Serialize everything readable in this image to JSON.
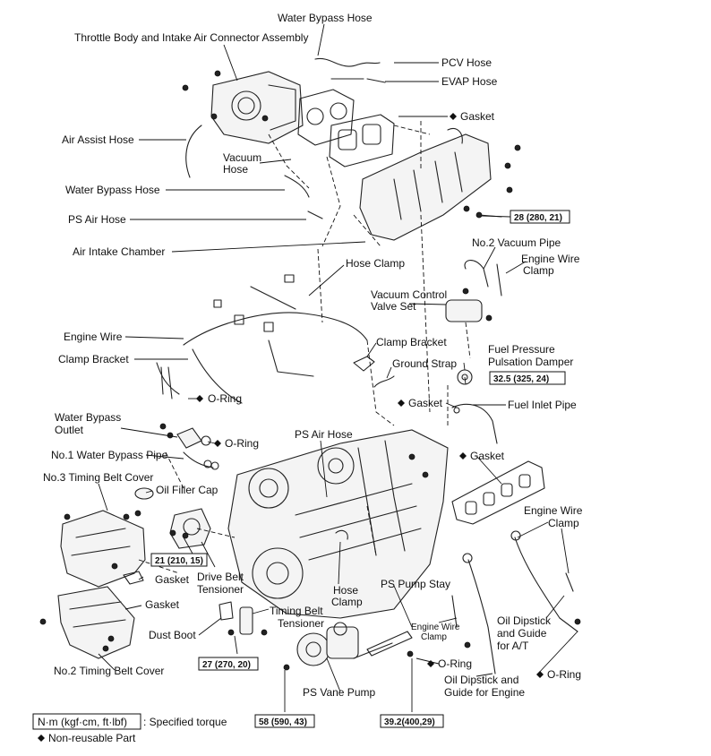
{
  "labels": {
    "water_bypass_hose_top": "Water Bypass Hose",
    "throttle_body": "Throttle Body and Intake Air Connector Assembly",
    "pcv_hose": "PCV Hose",
    "evap_hose": "EVAP Hose",
    "gasket_top": "Gasket",
    "air_assist_hose": "Air Assist Hose",
    "vacuum_hose_1": "Vacuum",
    "vacuum_hose_2": "Hose",
    "water_bypass_hose_mid": "Water Bypass Hose",
    "ps_air_hose_left": "PS Air Hose",
    "air_intake_chamber": "Air Intake Chamber",
    "hose_clamp_top": "Hose Clamp",
    "no2_vacuum_pipe": "No.2 Vacuum Pipe",
    "engine_wire_clamp_top_1": "Engine Wire",
    "engine_wire_clamp_top_2": "Clamp",
    "vacuum_control_valve_1": "Vacuum Control",
    "vacuum_control_valve_2": "Valve Set",
    "engine_wire": "Engine Wire",
    "clamp_bracket_left": "Clamp Bracket",
    "clamp_bracket_right": "Clamp Bracket",
    "fuel_pressure_damper_1": "Fuel Pressure",
    "fuel_pressure_damper_2": "Pulsation Damper",
    "ground_strap": "Ground Strap",
    "o_ring_1": "O-Ring",
    "gasket_mid": "Gasket",
    "fuel_inlet_pipe": "Fuel Inlet Pipe",
    "water_bypass_outlet_1": "Water Bypass",
    "water_bypass_outlet_2": "Outlet",
    "o_ring_2": "O-Ring",
    "ps_air_hose_center": "PS Air Hose",
    "no1_water_bypass_pipe": "No.1 Water Bypass Pipe",
    "gasket_right": "Gasket",
    "no3_timing_belt_cover": "No.3 Timing Belt Cover",
    "oil_filler_cap": "Oil Filler Cap",
    "engine_wire_clamp_right_1": "Engine Wire",
    "engine_wire_clamp_right_2": "Clamp",
    "gasket_left_1": "Gasket",
    "drive_belt_tensioner_1": "Drive Belt",
    "drive_belt_tensioner_2": "Tensioner",
    "hose_clamp_bottom_1": "Hose",
    "hose_clamp_bottom_2": "Clamp",
    "ps_pump_stay": "PS Pump Stay",
    "gasket_left_2": "Gasket",
    "timing_belt_tensioner_1": "Timing Belt",
    "timing_belt_tensioner_2": "Tensioner",
    "engine_wire_clamp_small_1": "Engine Wire",
    "engine_wire_clamp_small_2": "Clamp",
    "oil_dipstick_at_1": "Oil Dipstick",
    "oil_dipstick_at_2": "and Guide",
    "oil_dipstick_at_3": "for A/T",
    "dust_boot": "Dust Boot",
    "o_ring_3": "O-Ring",
    "o_ring_4": "O-Ring",
    "oil_dipstick_engine_1": "Oil Dipstick and",
    "oil_dipstick_engine_2": "Guide for Engine",
    "no2_timing_belt_cover": "No.2 Timing Belt Cover",
    "ps_vane_pump": "PS Vane Pump"
  },
  "torques": {
    "t28": "28 (280, 21)",
    "t32": "32.5 (325, 24)",
    "t21": "21 (210, 15)",
    "t27": "27 (270, 20)",
    "t58": "58 (590, 43)",
    "t39": "39.2(400,29)"
  },
  "legend": {
    "unit_box": "N·m (kgf·cm, ft·lbf)",
    "unit_text": ": Specified torque",
    "non_reusable": "Non-reusable Part"
  },
  "symbols": {
    "non_reusable_mark": "diamond"
  }
}
